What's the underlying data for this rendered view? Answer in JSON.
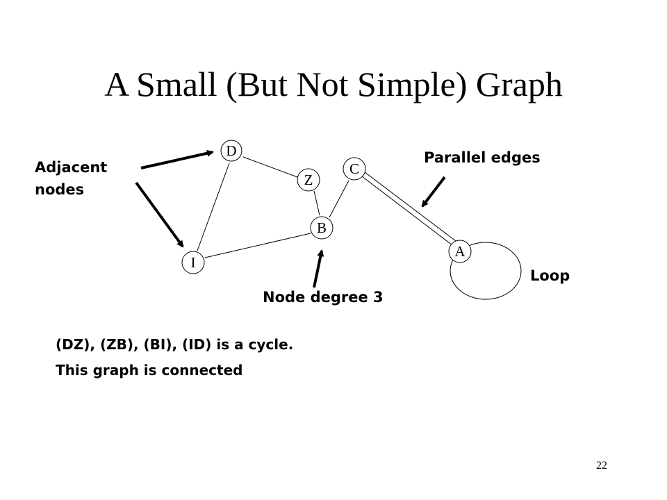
{
  "title": "A Small (But Not Simple) Graph",
  "annotations": {
    "adjacent_line1": "Adjacent",
    "adjacent_line2": "nodes",
    "parallel_edges": "Parallel edges",
    "node_degree": "Node degree 3",
    "loop": "Loop"
  },
  "body": {
    "line1": "(DZ), (ZB), (BI), (ID) is a cycle.",
    "line2": "This graph is connected"
  },
  "page_number": "22",
  "graph": {
    "nodes": [
      "D",
      "Z",
      "C",
      "B",
      "A",
      "I"
    ],
    "edges": [
      [
        "D",
        "Z"
      ],
      [
        "Z",
        "B"
      ],
      [
        "B",
        "C"
      ],
      [
        "B",
        "I"
      ],
      [
        "I",
        "D"
      ],
      [
        "C",
        "A"
      ],
      [
        "C",
        "A"
      ],
      [
        "A",
        "A"
      ]
    ]
  }
}
